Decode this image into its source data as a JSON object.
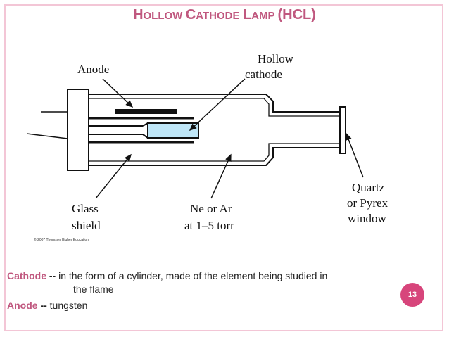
{
  "slide": {
    "title_part1": "Hollow cathode lamp",
    "title_part2": "(HCL)",
    "page_number": "13"
  },
  "diagram": {
    "labels": {
      "anode": "Anode",
      "hollow": "Hollow",
      "cathode": "cathode",
      "glass": "Glass",
      "shield": "shield",
      "gas": "Ne or Ar",
      "pressure": "at 1–5 torr",
      "quartz": "Quartz",
      "or_pyrex": "or Pyrex",
      "window": "window"
    },
    "copyright": "© 2007 Thomson Higher Education"
  },
  "bullets": {
    "cathode_term": "Cathode",
    "cathode_sep": "--",
    "cathode_text_line1": "in the form of a cylinder, made of the element being studied in",
    "cathode_text_line2": "the flame",
    "anode_term": "Anode",
    "anode_sep": "--",
    "anode_text": "tungsten"
  },
  "colors": {
    "accent": "#c0587f",
    "badge": "#d7457b",
    "cathode_fill": "#bfe6f7",
    "frame": "#f3c6d6"
  }
}
